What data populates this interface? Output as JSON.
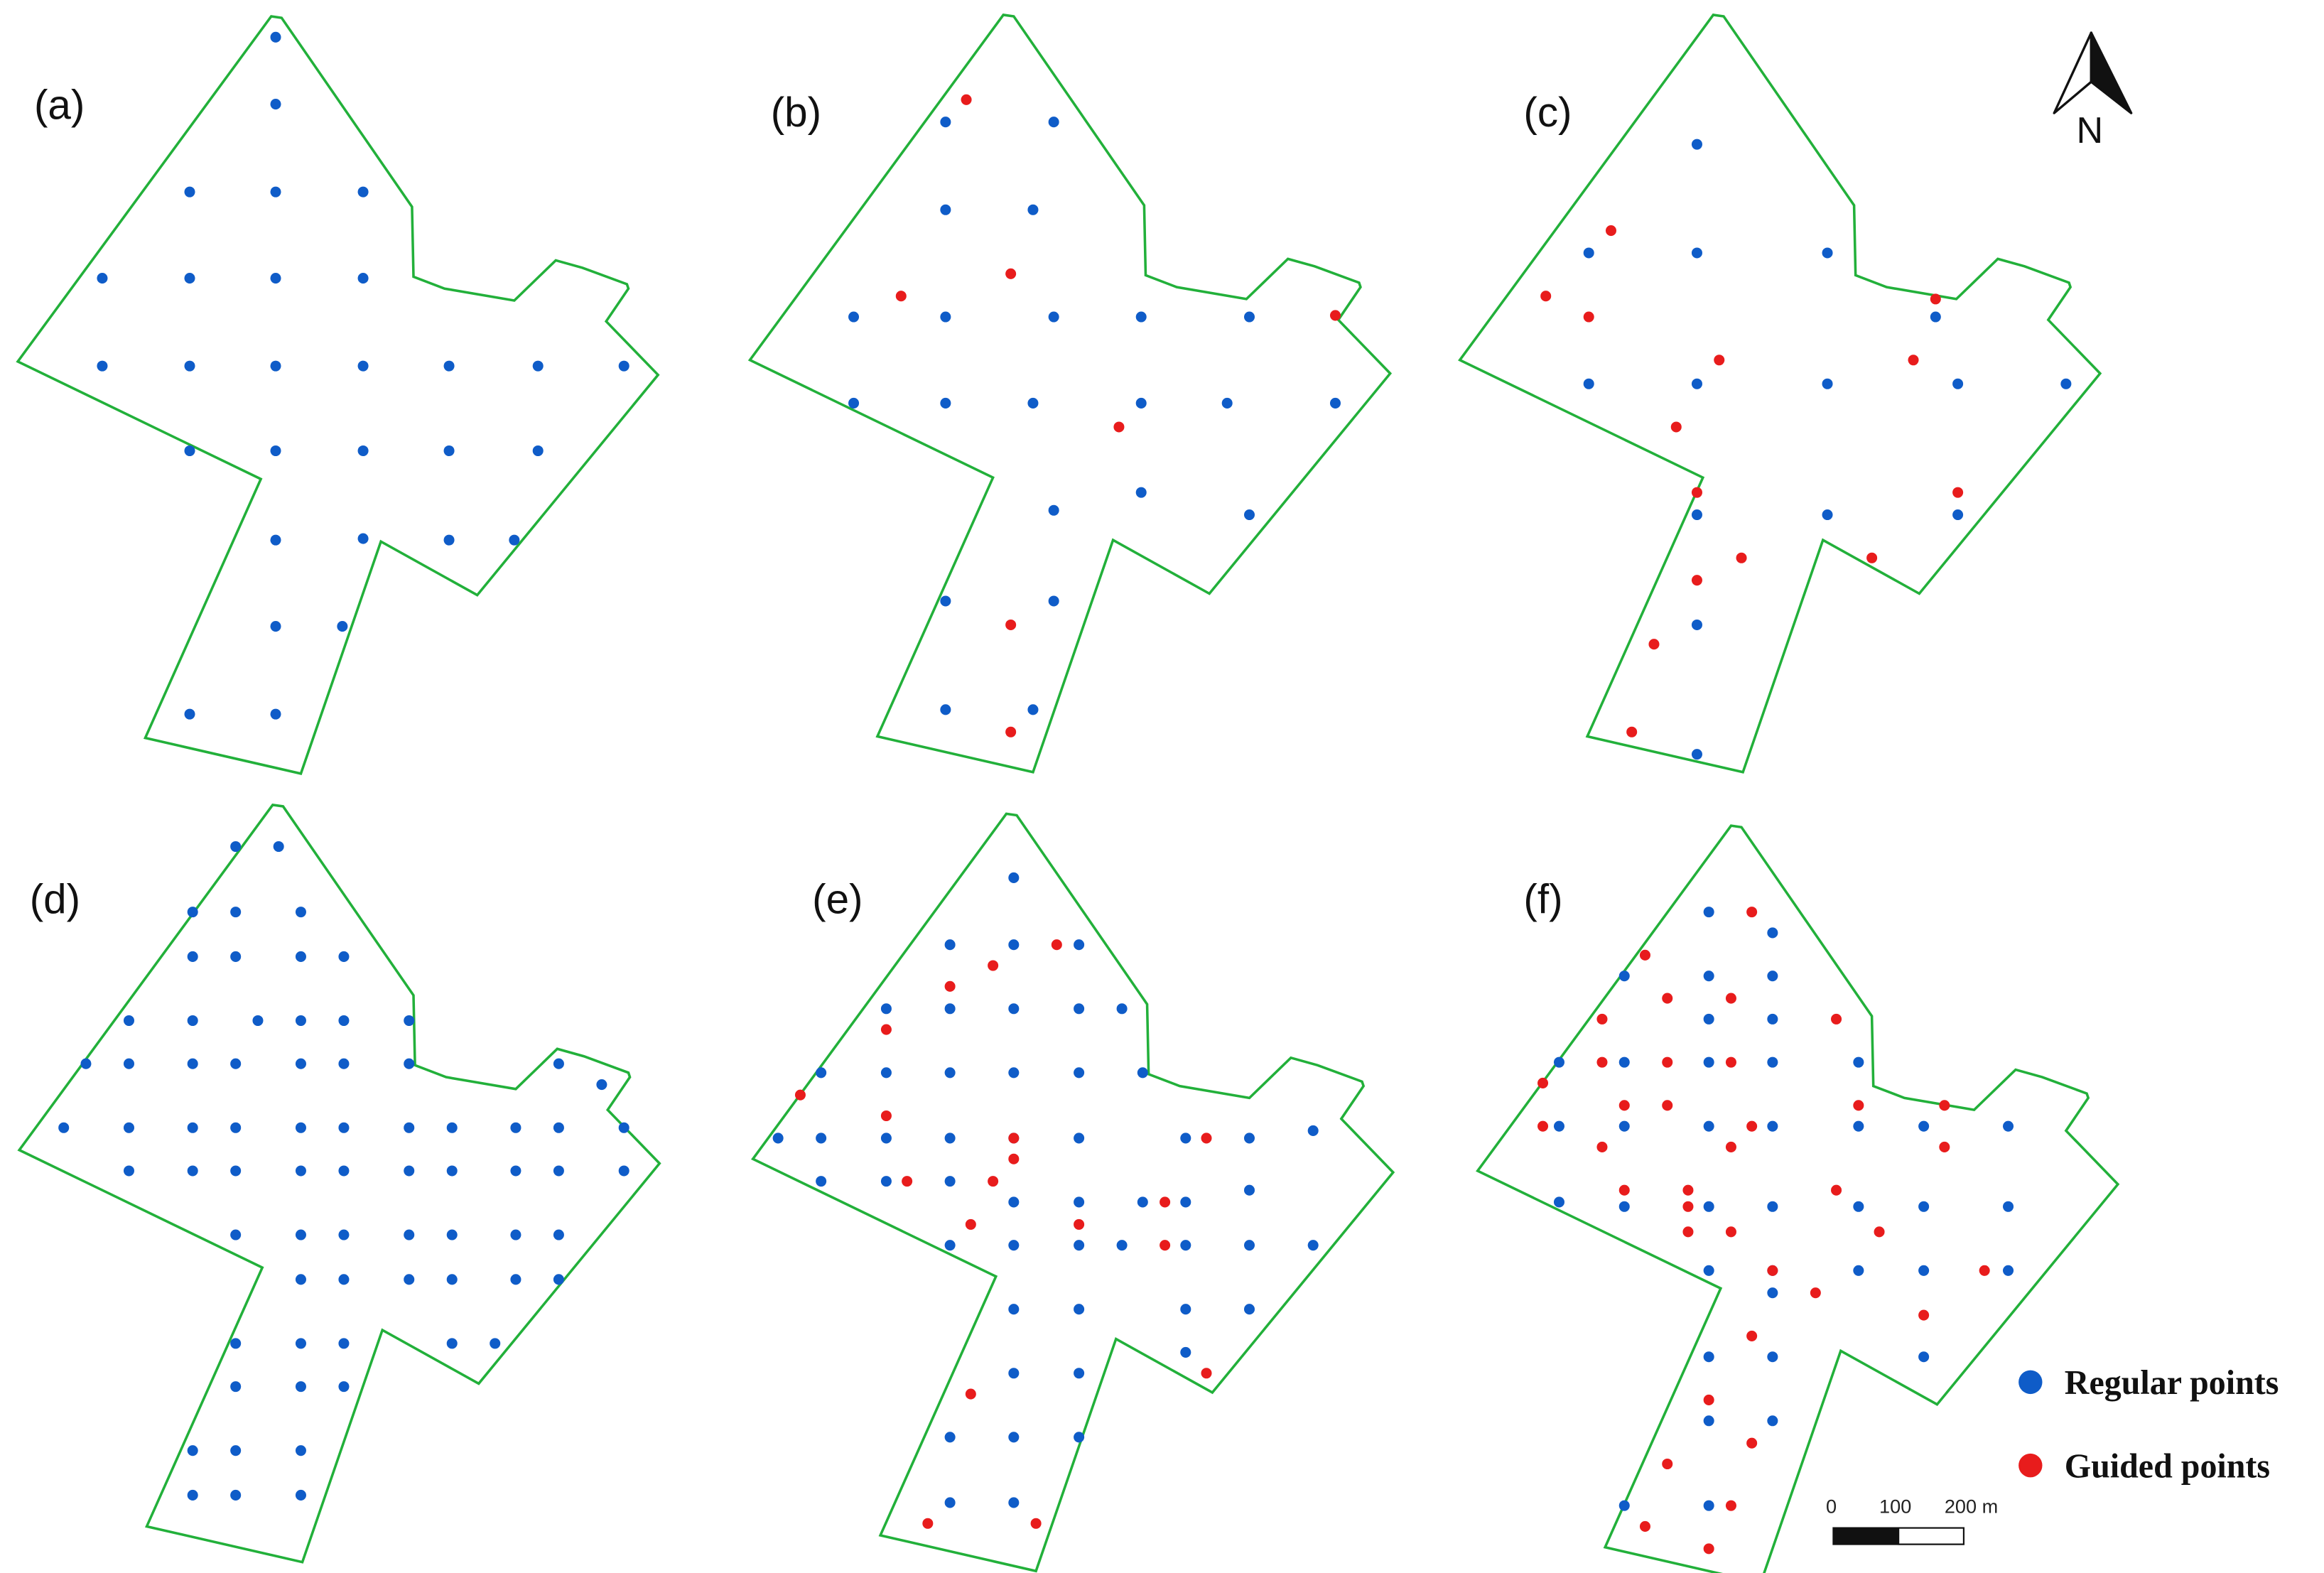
{
  "colors": {
    "boundary": "#22b03a",
    "regular": "#0f5cc8",
    "guided": "#e81c1c"
  },
  "panels": [
    {
      "label": "(a)",
      "regular": [
        [
          186,
          25
        ],
        [
          186,
          70
        ],
        [
          128,
          129
        ],
        [
          186,
          129
        ],
        [
          245,
          129
        ],
        [
          69,
          187
        ],
        [
          128,
          187
        ],
        [
          186,
          187
        ],
        [
          245,
          187
        ],
        [
          69,
          246
        ],
        [
          128,
          246
        ],
        [
          186,
          246
        ],
        [
          245,
          246
        ],
        [
          303,
          246
        ],
        [
          363,
          246
        ],
        [
          421,
          246
        ],
        [
          128,
          303
        ],
        [
          186,
          303
        ],
        [
          245,
          303
        ],
        [
          303,
          303
        ],
        [
          363,
          303
        ],
        [
          186,
          363
        ],
        [
          245,
          362
        ],
        [
          303,
          363
        ],
        [
          347,
          363
        ],
        [
          186,
          421
        ],
        [
          231,
          421
        ],
        [
          128,
          480
        ],
        [
          186,
          480
        ]
      ],
      "guided": []
    },
    {
      "label": "(b)",
      "regular": [
        [
          638,
          82
        ],
        [
          711,
          82
        ],
        [
          638,
          141
        ],
        [
          697,
          141
        ],
        [
          576,
          213
        ],
        [
          638,
          213
        ],
        [
          711,
          213
        ],
        [
          770,
          213
        ],
        [
          843,
          213
        ],
        [
          576,
          271
        ],
        [
          638,
          271
        ],
        [
          697,
          271
        ],
        [
          770,
          271
        ],
        [
          828,
          271
        ],
        [
          901,
          271
        ],
        [
          711,
          343
        ],
        [
          770,
          331
        ],
        [
          843,
          346
        ],
        [
          638,
          404
        ],
        [
          711,
          404
        ],
        [
          638,
          477
        ],
        [
          697,
          477
        ]
      ],
      "guided": [
        [
          652,
          67
        ],
        [
          682,
          184
        ],
        [
          608,
          199
        ],
        [
          901,
          212
        ],
        [
          755,
          287
        ],
        [
          682,
          420
        ],
        [
          682,
          492
        ]
      ]
    },
    {
      "label": "(c)",
      "regular": [
        [
          1145,
          97
        ],
        [
          1072,
          170
        ],
        [
          1145,
          170
        ],
        [
          1233,
          170
        ],
        [
          1306,
          213
        ],
        [
          1072,
          258
        ],
        [
          1145,
          258
        ],
        [
          1233,
          258
        ],
        [
          1321,
          258
        ],
        [
          1394,
          258
        ],
        [
          1145,
          346
        ],
        [
          1233,
          346
        ],
        [
          1321,
          346
        ],
        [
          1145,
          420
        ],
        [
          1145,
          507
        ]
      ],
      "guided": [
        [
          1087,
          155
        ],
        [
          1043,
          199
        ],
        [
          1072,
          213
        ],
        [
          1306,
          201
        ],
        [
          1160,
          242
        ],
        [
          1291,
          242
        ],
        [
          1131,
          287
        ],
        [
          1145,
          331
        ],
        [
          1321,
          331
        ],
        [
          1175,
          375
        ],
        [
          1263,
          375
        ],
        [
          1145,
          390
        ],
        [
          1116,
          433
        ],
        [
          1101,
          492
        ]
      ]
    },
    {
      "label": "(d)",
      "regular": [
        [
          159,
          569
        ],
        [
          188,
          569
        ],
        [
          130,
          613
        ],
        [
          159,
          613
        ],
        [
          203,
          613
        ],
        [
          130,
          643
        ],
        [
          159,
          643
        ],
        [
          203,
          643
        ],
        [
          232,
          643
        ],
        [
          87,
          686
        ],
        [
          130,
          686
        ],
        [
          174,
          686
        ],
        [
          203,
          686
        ],
        [
          232,
          686
        ],
        [
          276,
          686
        ],
        [
          58,
          715
        ],
        [
          87,
          715
        ],
        [
          130,
          715
        ],
        [
          159,
          715
        ],
        [
          203,
          715
        ],
        [
          232,
          715
        ],
        [
          276,
          715
        ],
        [
          377,
          715
        ],
        [
          406,
          729
        ],
        [
          43,
          758
        ],
        [
          87,
          758
        ],
        [
          130,
          758
        ],
        [
          159,
          758
        ],
        [
          203,
          758
        ],
        [
          232,
          758
        ],
        [
          276,
          758
        ],
        [
          305,
          758
        ],
        [
          348,
          758
        ],
        [
          377,
          758
        ],
        [
          421,
          758
        ],
        [
          87,
          787
        ],
        [
          130,
          787
        ],
        [
          159,
          787
        ],
        [
          203,
          787
        ],
        [
          232,
          787
        ],
        [
          276,
          787
        ],
        [
          305,
          787
        ],
        [
          348,
          787
        ],
        [
          377,
          787
        ],
        [
          421,
          787
        ],
        [
          159,
          830
        ],
        [
          203,
          830
        ],
        [
          232,
          830
        ],
        [
          276,
          830
        ],
        [
          305,
          830
        ],
        [
          348,
          830
        ],
        [
          377,
          830
        ],
        [
          203,
          860
        ],
        [
          232,
          860
        ],
        [
          276,
          860
        ],
        [
          305,
          860
        ],
        [
          348,
          860
        ],
        [
          377,
          860
        ],
        [
          159,
          903
        ],
        [
          203,
          903
        ],
        [
          232,
          903
        ],
        [
          305,
          903
        ],
        [
          334,
          903
        ],
        [
          159,
          932
        ],
        [
          203,
          932
        ],
        [
          232,
          932
        ],
        [
          130,
          975
        ],
        [
          159,
          975
        ],
        [
          203,
          975
        ],
        [
          130,
          1005
        ],
        [
          159,
          1005
        ],
        [
          203,
          1005
        ]
      ],
      "guided": []
    },
    {
      "label": "(e)",
      "regular": [
        [
          684,
          590
        ],
        [
          641,
          635
        ],
        [
          684,
          635
        ],
        [
          728,
          635
        ],
        [
          641,
          678
        ],
        [
          684,
          678
        ],
        [
          728,
          678
        ],
        [
          757,
          678
        ],
        [
          598,
          678
        ],
        [
          554,
          721
        ],
        [
          598,
          721
        ],
        [
          641,
          721
        ],
        [
          684,
          721
        ],
        [
          728,
          721
        ],
        [
          771,
          721
        ],
        [
          525,
          765
        ],
        [
          554,
          765
        ],
        [
          598,
          765
        ],
        [
          641,
          765
        ],
        [
          684,
          765
        ],
        [
          728,
          765
        ],
        [
          800,
          765
        ],
        [
          843,
          765
        ],
        [
          886,
          760
        ],
        [
          554,
          794
        ],
        [
          598,
          794
        ],
        [
          641,
          794
        ],
        [
          684,
          808
        ],
        [
          728,
          808
        ],
        [
          771,
          808
        ],
        [
          800,
          808
        ],
        [
          843,
          800
        ],
        [
          641,
          837
        ],
        [
          684,
          837
        ],
        [
          728,
          837
        ],
        [
          757,
          837
        ],
        [
          800,
          837
        ],
        [
          843,
          837
        ],
        [
          886,
          837
        ],
        [
          684,
          880
        ],
        [
          728,
          880
        ],
        [
          800,
          880
        ],
        [
          843,
          880
        ],
        [
          684,
          923
        ],
        [
          728,
          923
        ],
        [
          800,
          909
        ],
        [
          641,
          966
        ],
        [
          684,
          966
        ],
        [
          728,
          966
        ],
        [
          641,
          1010
        ],
        [
          684,
          1010
        ]
      ],
      "guided": [
        [
          713,
          635
        ],
        [
          670,
          649
        ],
        [
          641,
          663
        ],
        [
          598,
          692
        ],
        [
          540,
          736
        ],
        [
          598,
          750
        ],
        [
          684,
          765
        ],
        [
          684,
          779
        ],
        [
          612,
          794
        ],
        [
          670,
          794
        ],
        [
          814,
          765
        ],
        [
          786,
          808
        ],
        [
          728,
          823
        ],
        [
          655,
          823
        ],
        [
          786,
          837
        ],
        [
          814,
          923
        ],
        [
          655,
          937
        ],
        [
          626,
          1024
        ],
        [
          699,
          1024
        ]
      ]
    },
    {
      "label": "(f)",
      "regular": [
        [
          1153,
          613
        ],
        [
          1196,
          627
        ],
        [
          1096,
          656
        ],
        [
          1153,
          656
        ],
        [
          1196,
          656
        ],
        [
          1153,
          685
        ],
        [
          1196,
          685
        ],
        [
          1052,
          714
        ],
        [
          1096,
          714
        ],
        [
          1153,
          714
        ],
        [
          1196,
          714
        ],
        [
          1254,
          714
        ],
        [
          1052,
          757
        ],
        [
          1096,
          757
        ],
        [
          1153,
          757
        ],
        [
          1196,
          757
        ],
        [
          1254,
          757
        ],
        [
          1298,
          757
        ],
        [
          1355,
          757
        ],
        [
          1052,
          808
        ],
        [
          1096,
          811
        ],
        [
          1153,
          811
        ],
        [
          1196,
          811
        ],
        [
          1254,
          811
        ],
        [
          1298,
          811
        ],
        [
          1355,
          811
        ],
        [
          1153,
          854
        ],
        [
          1196,
          854
        ],
        [
          1254,
          854
        ],
        [
          1298,
          854
        ],
        [
          1355,
          854
        ],
        [
          1196,
          869
        ],
        [
          1153,
          912
        ],
        [
          1196,
          912
        ],
        [
          1298,
          912
        ],
        [
          1153,
          955
        ],
        [
          1196,
          955
        ],
        [
          1096,
          1012
        ],
        [
          1153,
          1012
        ]
      ],
      "guided": [
        [
          1182,
          613
        ],
        [
          1110,
          642
        ],
        [
          1081,
          685
        ],
        [
          1125,
          671
        ],
        [
          1168,
          671
        ],
        [
          1239,
          685
        ],
        [
          1081,
          714
        ],
        [
          1125,
          714
        ],
        [
          1168,
          714
        ],
        [
          1041,
          728
        ],
        [
          1096,
          743
        ],
        [
          1125,
          743
        ],
        [
          1254,
          743
        ],
        [
          1041,
          757
        ],
        [
          1182,
          757
        ],
        [
          1168,
          771
        ],
        [
          1081,
          771
        ],
        [
          1312,
          743
        ],
        [
          1312,
          771
        ],
        [
          1096,
          800
        ],
        [
          1139,
          800
        ],
        [
          1139,
          811
        ],
        [
          1139,
          828
        ],
        [
          1168,
          828
        ],
        [
          1239,
          800
        ],
        [
          1268,
          828
        ],
        [
          1196,
          854
        ],
        [
          1225,
          869
        ],
        [
          1298,
          884
        ],
        [
          1182,
          898
        ],
        [
          1339,
          854
        ],
        [
          1153,
          941
        ],
        [
          1182,
          970
        ],
        [
          1125,
          984
        ],
        [
          1168,
          1012
        ],
        [
          1110,
          1026
        ],
        [
          1153,
          1041
        ]
      ]
    }
  ],
  "north_label": "N",
  "legend": {
    "regular_label": "Regular points",
    "guided_label": "Guided points"
  },
  "scale_bar": {
    "tick_0": "0",
    "tick_1": "100",
    "tick_2": "200 m"
  }
}
